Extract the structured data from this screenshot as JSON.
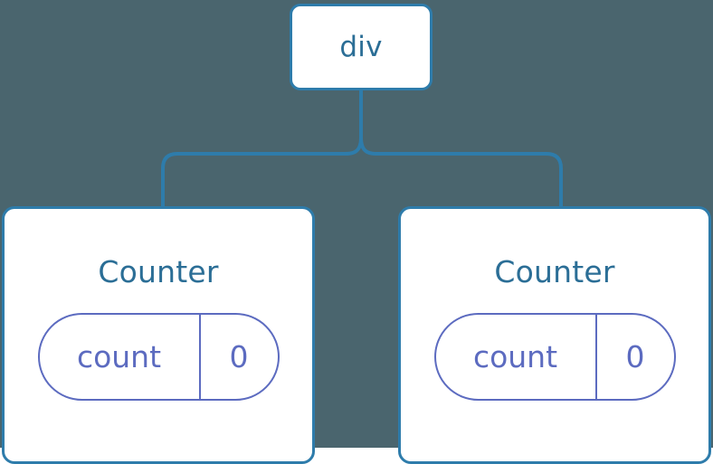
{
  "diagram": {
    "type": "component-tree",
    "background_color": "#4a656e",
    "node_border_color": "#2e7cab",
    "node_fill_color": "#ffffff",
    "node_label_color": "#2b6e96",
    "state_accent_color": "#5c6bc0",
    "connector_color": "#2e7cab",
    "root": {
      "label": "div"
    },
    "children": [
      {
        "label": "Counter",
        "state": {
          "key": "count",
          "value": "0"
        }
      },
      {
        "label": "Counter",
        "state": {
          "key": "count",
          "value": "0"
        }
      }
    ]
  }
}
